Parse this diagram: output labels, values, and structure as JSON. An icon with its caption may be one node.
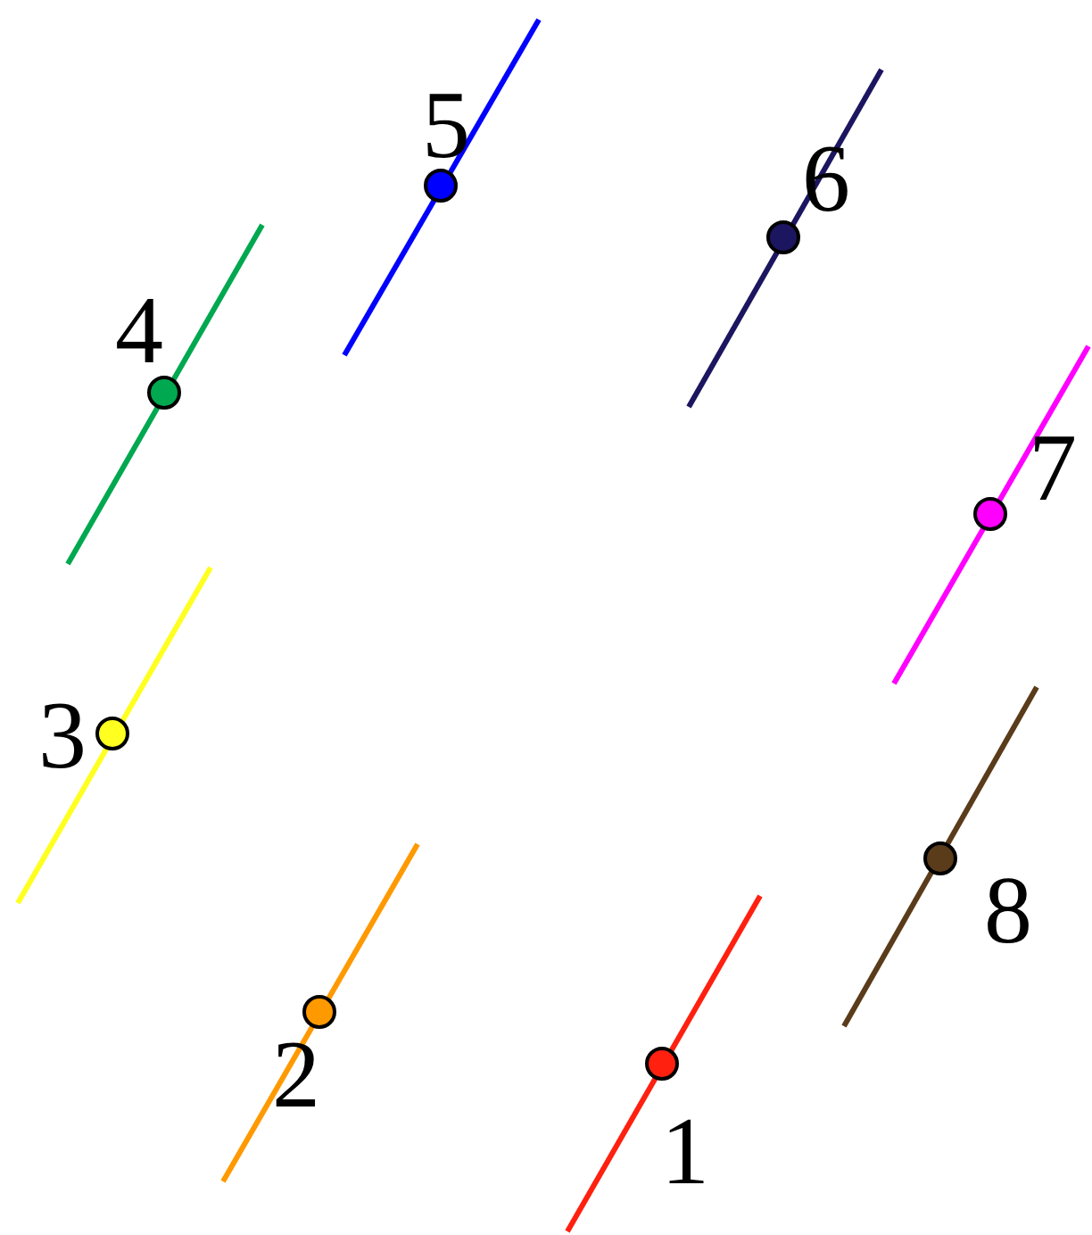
{
  "diagram": {
    "labels": [
      "5",
      "6",
      "4",
      "7",
      "3",
      "8",
      "2",
      "1"
    ]
  }
}
